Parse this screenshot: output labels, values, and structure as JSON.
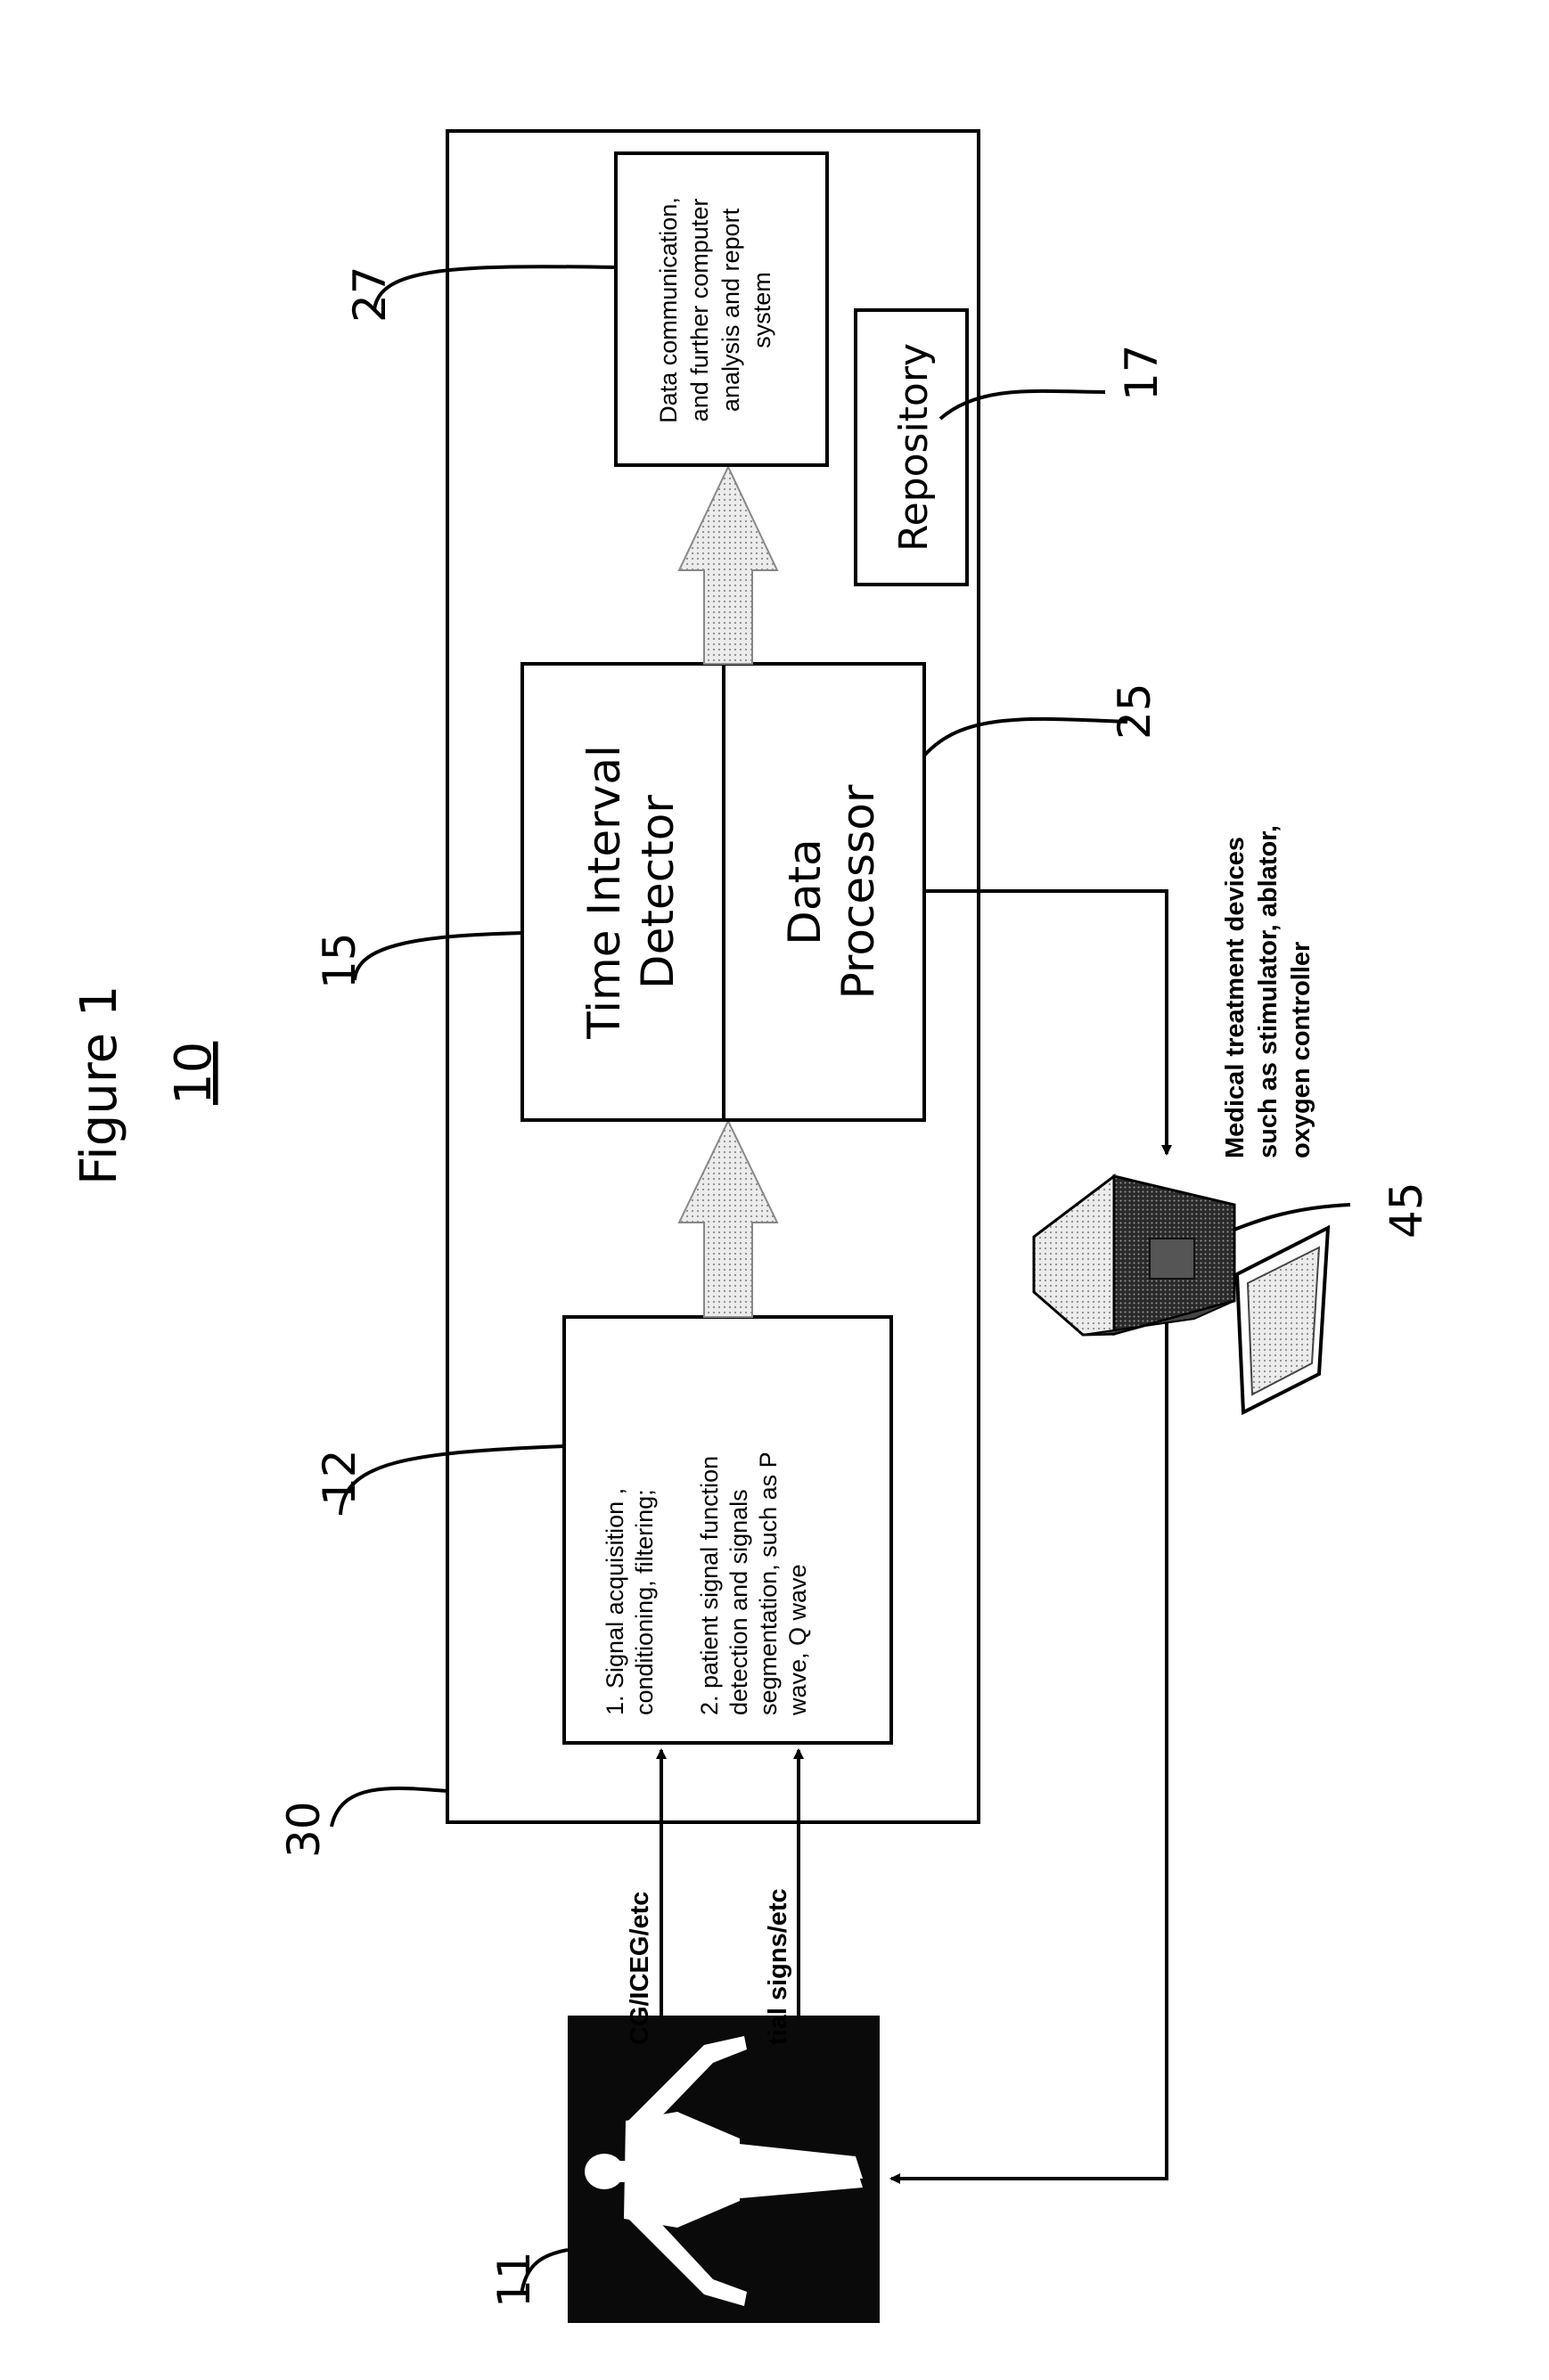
{
  "figure": {
    "title": "Figure 1",
    "system_ref": "10"
  },
  "refs": {
    "patient": "11",
    "acquisition": "12",
    "detector": "15",
    "repository": "17",
    "processor": "25",
    "communication": "27",
    "system_box": "30",
    "treatment": "45"
  },
  "blocks": {
    "acquisition": {
      "line1": "1. Signal acquisition ,",
      "line2": "conditioning, filtering;",
      "line3": "2. patient signal function",
      "line4": "detection and signals",
      "line5": "segmentation, such as P",
      "line6": "wave, Q wave"
    },
    "detector": {
      "line1": "Time Interval",
      "line2": "Detector"
    },
    "processor": {
      "line1": "Data",
      "line2": "Processor"
    },
    "communication": {
      "line1": "Data communication,",
      "line2": "and further computer",
      "line3": "analysis and report",
      "line4": "system"
    },
    "repository": {
      "label": "Repository"
    }
  },
  "signals": {
    "ecg": "CG/ICEG/etc",
    "vital": "tial signs/etc"
  },
  "treatment": {
    "line1": "Medical treatment devices",
    "line2": "such as stimulator, ablator,",
    "line3": "oxygen controller"
  },
  "colors": {
    "ink": "#000000",
    "arrow_fill": "#d9d9d9",
    "patient_bg": "#0a0a0a"
  }
}
